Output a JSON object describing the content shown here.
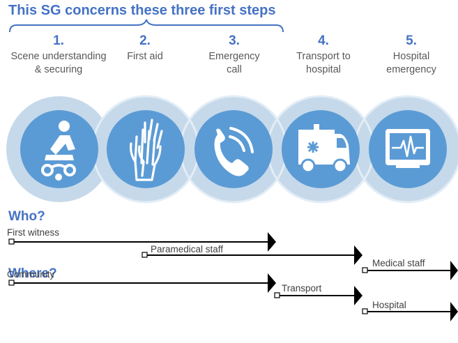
{
  "title": "This SG concerns these three first steps",
  "steps": [
    {
      "num": "1.",
      "label": "Scene understanding & securing",
      "icon": "first-aid-person-icon"
    },
    {
      "num": "2.",
      "label": "First aid",
      "icon": "hands-icon"
    },
    {
      "num": "3.",
      "label": "Emergency call",
      "icon": "phone-icon"
    },
    {
      "num": "4.",
      "label": "Transport to hospital",
      "icon": "ambulance-icon"
    },
    {
      "num": "5.",
      "label": "Hospital emergency",
      "icon": "heart-monitor-icon"
    }
  ],
  "who": {
    "heading": "Who?",
    "items": [
      "First witness",
      "Paramedical staff",
      "Medical staff"
    ]
  },
  "where": {
    "heading": "Where?",
    "items": [
      "Community",
      "Transport",
      "Hospital"
    ]
  },
  "colors": {
    "accent": "#4472c4",
    "circle_outer": "#c5d9ea",
    "circle_inner": "#5b9bd5",
    "text": "#595959"
  }
}
